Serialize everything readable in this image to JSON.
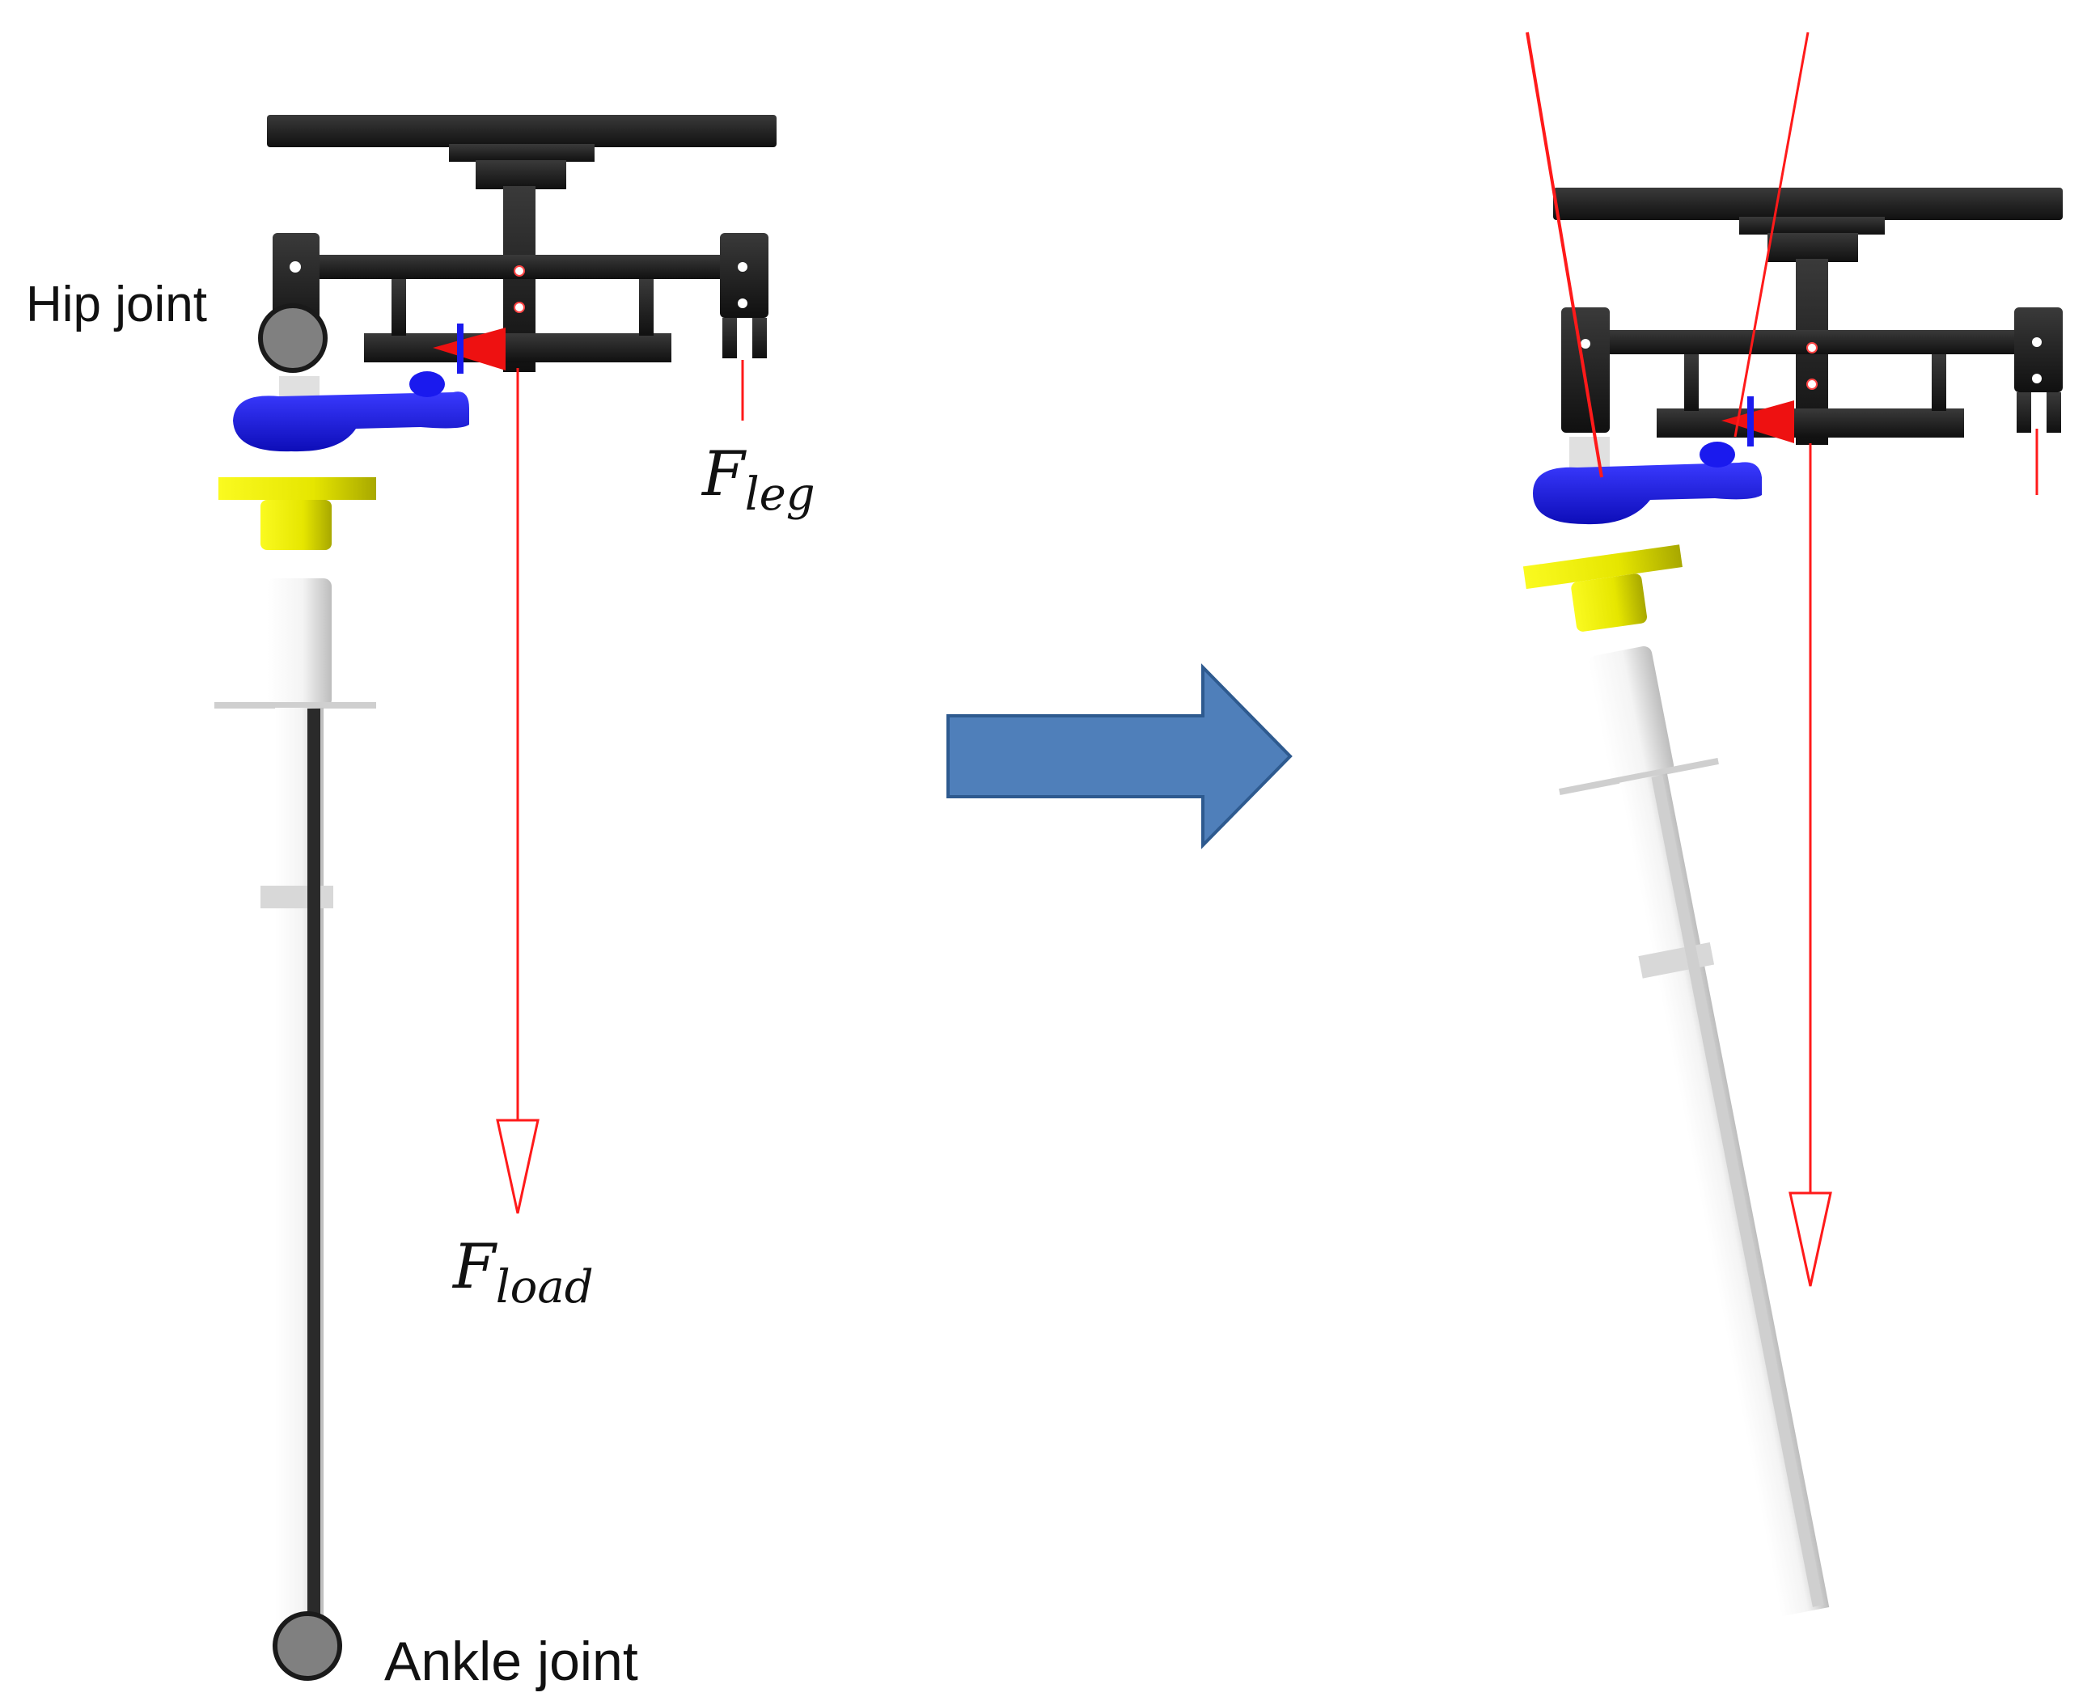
{
  "labels": {
    "hip_joint": "Hip joint",
    "ankle_joint": "Ankle joint",
    "f_leg_main": "F",
    "f_leg_sub": "leg",
    "f_load_main": "F",
    "f_load_sub": "load"
  },
  "colors": {
    "frame": "#1e1e1e",
    "hip_actuator": "#1a1aee",
    "knee_actuator": "#e8e800",
    "leg_white": "#f2f2f2",
    "leg_rod": "#222222",
    "force_vector": "#ff1a1a",
    "red_cone": "#ee1111",
    "joint_marker": "#808080",
    "transition_arrow": "#4f7fba",
    "transition_arrow_edge": "#2e5a8f"
  },
  "icons": {
    "transition": "right-arrow-icon",
    "joint": "joint-circle-icon"
  }
}
